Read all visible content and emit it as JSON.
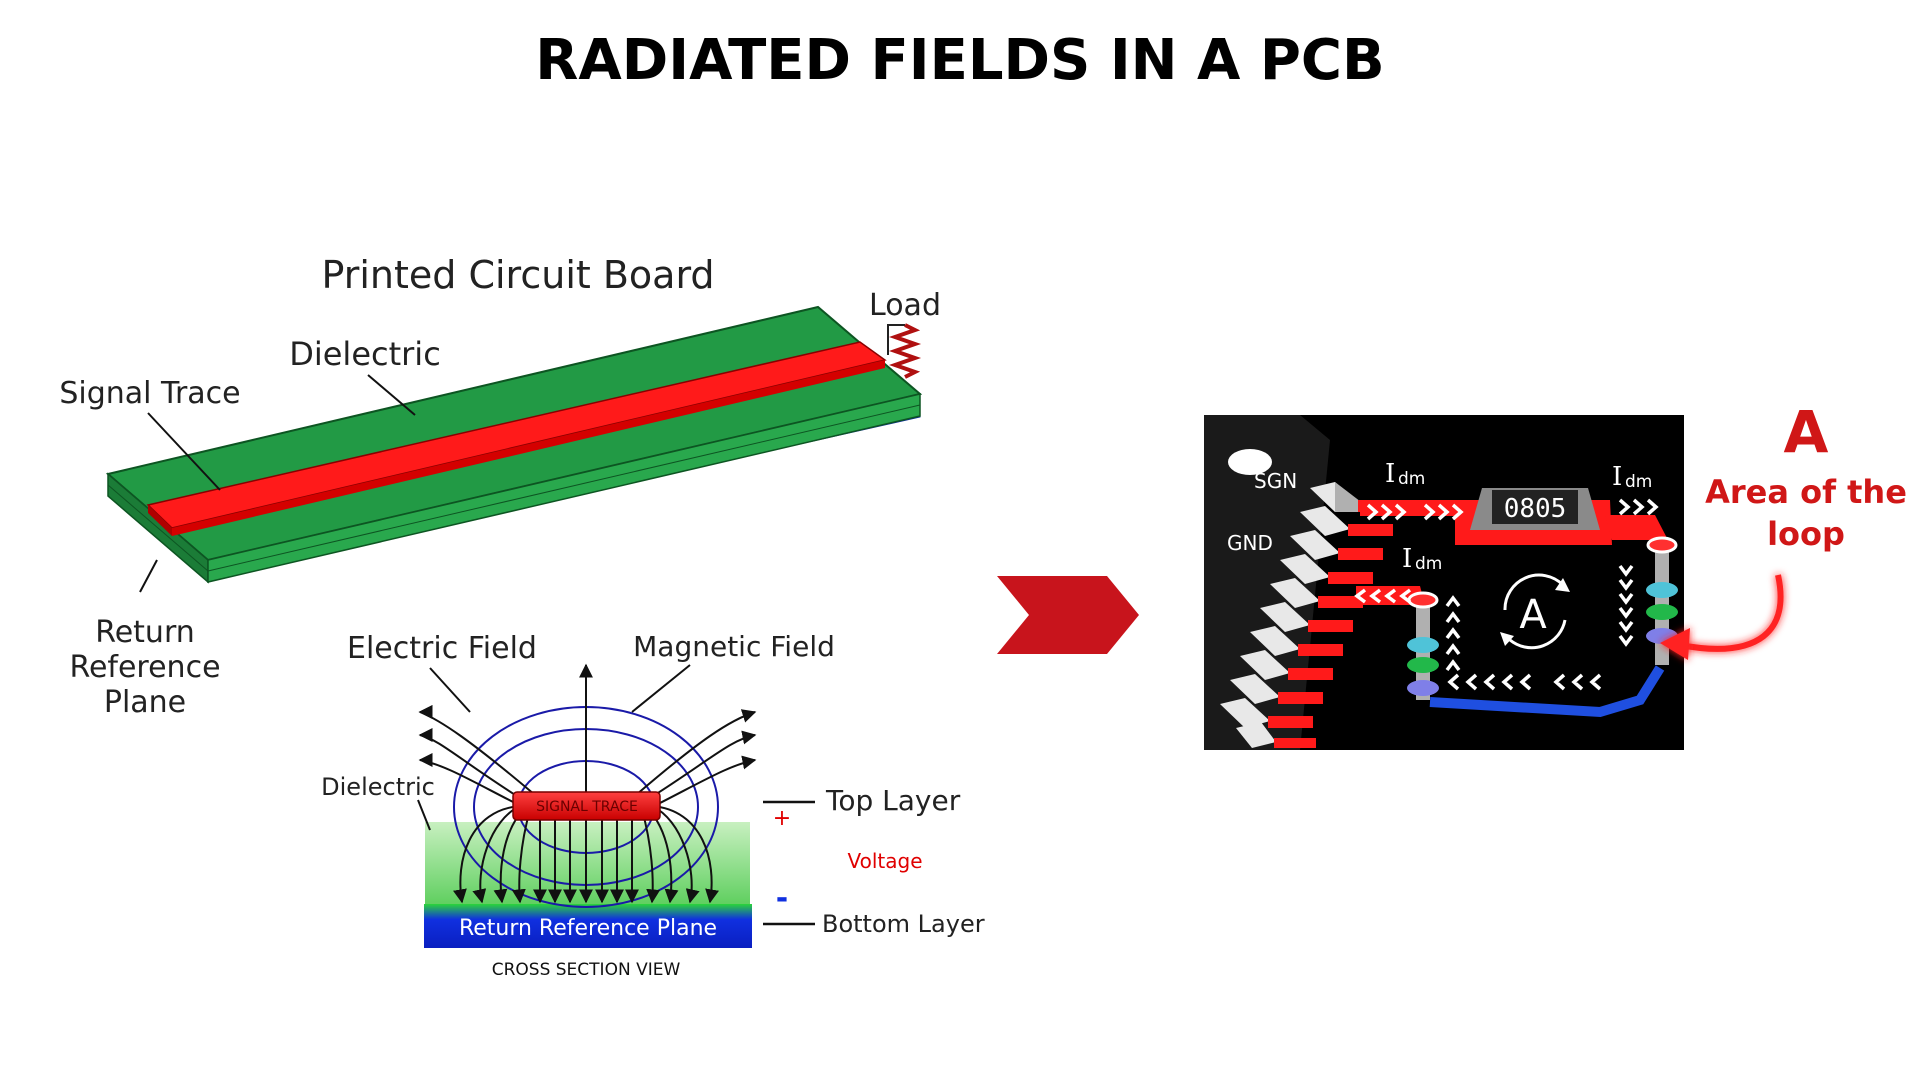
{
  "title": "RADIATED FIELDS IN A PCB",
  "pcb_diagram": {
    "heading": "Printed Circuit Board",
    "label_load": "Load",
    "label_dielectric": "Dielectric",
    "label_signal_trace": "Signal Trace",
    "label_return_1": "Return",
    "label_return_2": "Reference",
    "label_return_3": "Plane"
  },
  "cross_section": {
    "label_electric_field": "Electric Field",
    "label_magnetic_field": "Magnetic Field",
    "label_dielectric": "Dielectric",
    "signal_trace": "SIGNAL TRACE",
    "label_top_layer": "Top Layer",
    "plus": "+",
    "label_voltage": "Voltage",
    "minus": "-",
    "return_plane": "Return Reference Plane",
    "label_bottom_layer": "Bottom Layer",
    "caption": "CROSS SECTION VIEW"
  },
  "loop_diagram": {
    "label_sgn": "SGN",
    "label_gnd": "GND",
    "current_main": "I",
    "current_sub": "dm",
    "component": "0805",
    "area_symbol": "A"
  },
  "annotation": {
    "letter": "A",
    "line1": "Area of the",
    "line2": "loop"
  },
  "colors": {
    "trace_red": "#ff1a1a",
    "board_green": "#1f9e47",
    "plane_blue": "#1f4fe0",
    "chevron_red": "#c8141c",
    "annotation_red": "#d01717"
  }
}
